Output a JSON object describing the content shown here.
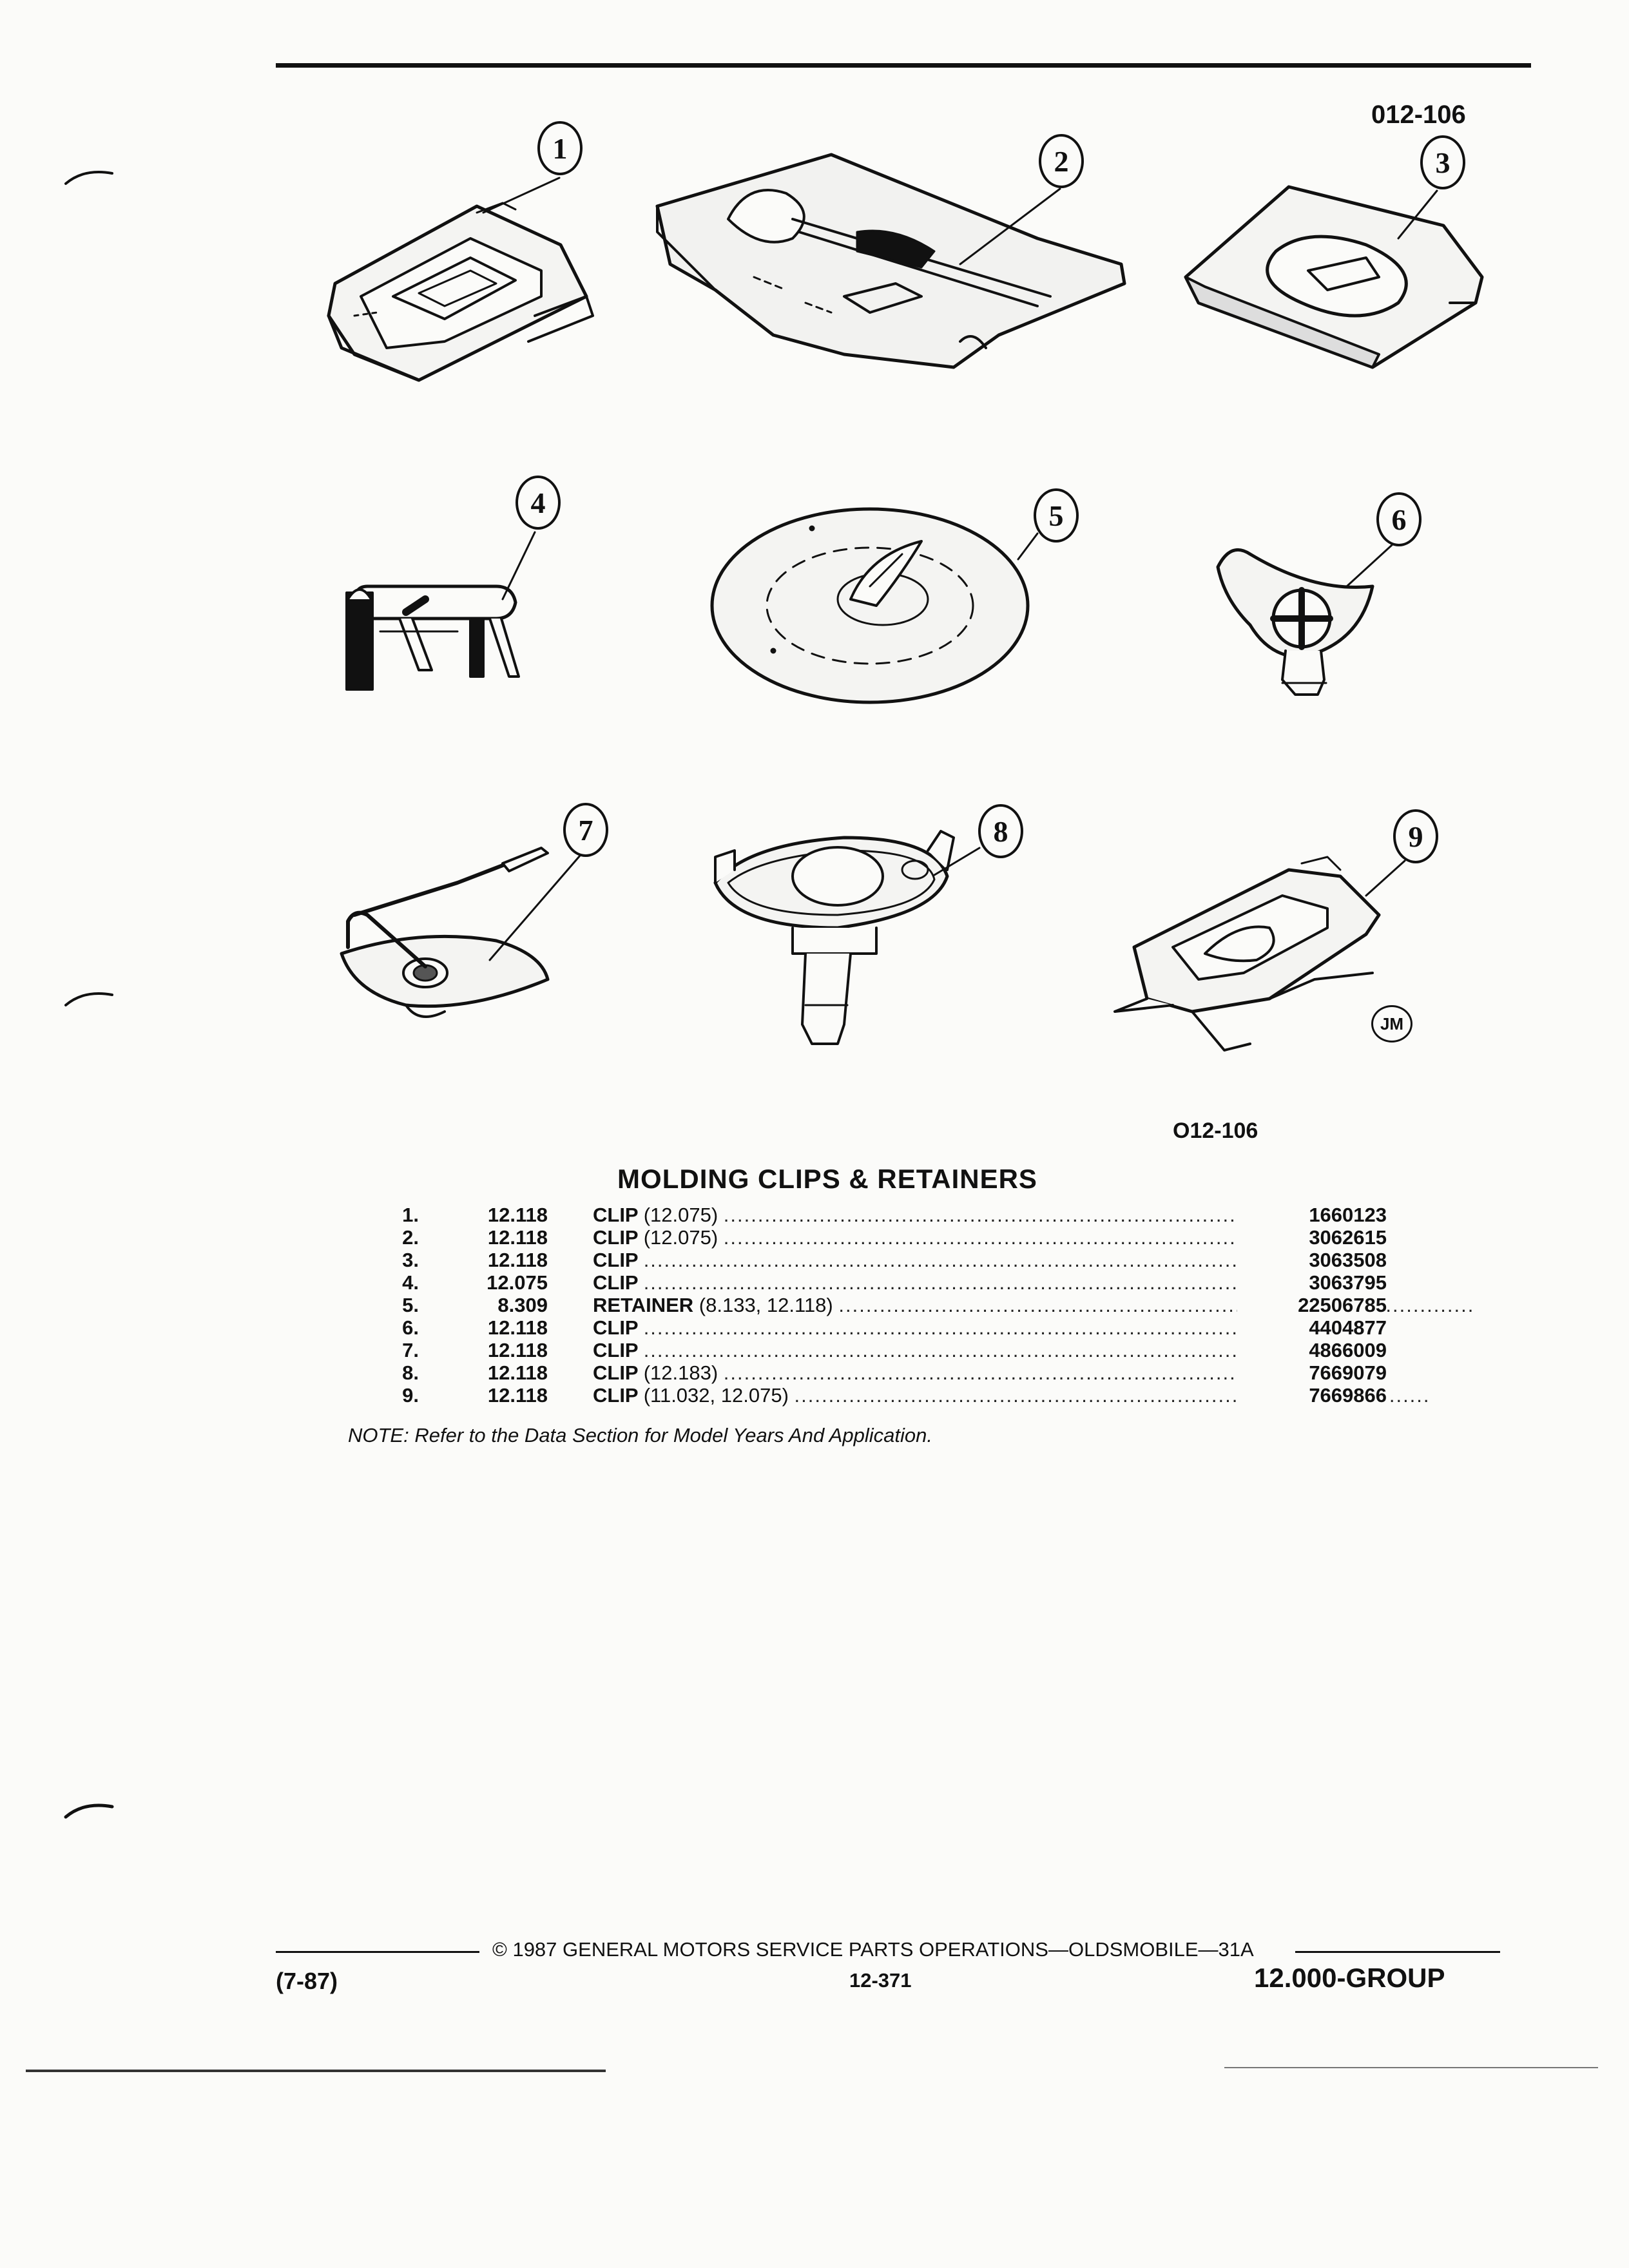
{
  "figure_code_top": "012-106",
  "figure_code_bottom": "O12-106",
  "callouts": [
    "1",
    "2",
    "3",
    "4",
    "5",
    "6",
    "7",
    "8",
    "9"
  ],
  "artist_mark": "JM",
  "title": "MOLDING CLIPS & RETAINERS",
  "parts": [
    {
      "no": "1.",
      "section": "12.118",
      "name": "CLIP",
      "ref": "(12.075)",
      "part_number": "1660123"
    },
    {
      "no": "2.",
      "section": "12.118",
      "name": "CLIP",
      "ref": "(12.075)",
      "part_number": "3062615"
    },
    {
      "no": "3.",
      "section": "12.118",
      "name": "CLIP",
      "ref": "",
      "part_number": "3063508"
    },
    {
      "no": "4.",
      "section": "12.075",
      "name": "CLIP",
      "ref": "",
      "part_number": "3063795"
    },
    {
      "no": "5.",
      "section": "8.309",
      "name": "RETAINER",
      "ref": "(8.133, 12.118)",
      "part_number": "22506785"
    },
    {
      "no": "6.",
      "section": "12.118",
      "name": "CLIP",
      "ref": "",
      "part_number": "4404877"
    },
    {
      "no": "7.",
      "section": "12.118",
      "name": "CLIP",
      "ref": "",
      "part_number": "4866009"
    },
    {
      "no": "8.",
      "section": "12.118",
      "name": "CLIP",
      "ref": "(12.183)",
      "part_number": "7669079"
    },
    {
      "no": "9.",
      "section": "12.118",
      "name": "CLIP",
      "ref": "(11.032, 12.075)",
      "part_number": "7669866"
    }
  ],
  "note": "NOTE: Refer to the Data Section for Model Years And Application.",
  "footer": {
    "copyright": "© 1987 GENERAL MOTORS SERVICE PARTS OPERATIONS—OLDSMOBILE—31A",
    "date_code": "(7-87)",
    "page_number": "12-371",
    "group": "12.000-GROUP"
  }
}
